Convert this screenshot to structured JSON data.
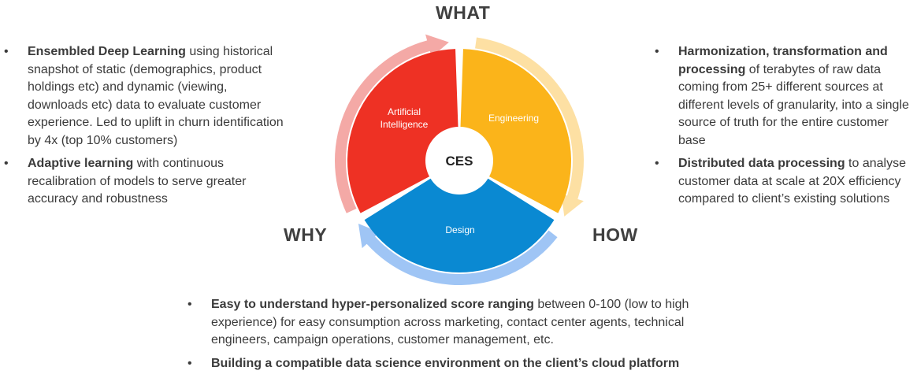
{
  "headings": {
    "what": "WHAT",
    "why": "WHY",
    "how": "HOW"
  },
  "cycle": {
    "center": "CES",
    "segments": {
      "ai_line1": "Artificial",
      "ai_line2": "Intelligence",
      "engineering": "Engineering",
      "design": "Design"
    },
    "colors": {
      "ai": "#ee3124",
      "engineering": "#fbb41a",
      "design": "#0a89d2",
      "ai_arrow": "#f4a9a6",
      "engineering_arrow": "#fde0a3",
      "design_arrow": "#9fc5f5"
    }
  },
  "left_bullets": [
    {
      "bold": "Ensembled Deep Learning",
      "text": " using historical snapshot of static (demographics, product holdings etc) and dynamic (viewing, downloads etc) data to evaluate customer experience. Led to uplift in churn identification by 4x (top 10% customers)"
    },
    {
      "bold": "Adaptive learning",
      "text": " with continuous recalibration of models to serve greater accuracy and robustness"
    }
  ],
  "right_bullets": [
    {
      "bold": "Harmonization, transformation and processing",
      "text": " of terabytes of raw data coming from 25+ different sources at different levels of granularity, into a single source of truth for the entire customer base"
    },
    {
      "bold": "Distributed data processing",
      "text": " to analyse customer data at scale at 20X efficiency compared to client’s existing solutions"
    }
  ],
  "bottom_bullets": [
    {
      "bold": "Easy to understand hyper-personalized score ranging",
      "text": " between 0-100 (low to high experience) for easy consumption across marketing, contact center agents, technical engineers, campaign operations, customer management, etc."
    },
    {
      "bold": "Building a compatible data science environment on the client’s cloud platform",
      "text": ""
    }
  ]
}
